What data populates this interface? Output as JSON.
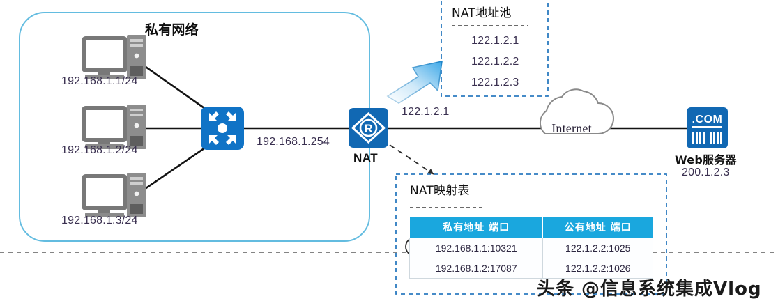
{
  "diagram": {
    "private_network": {
      "title": "私有网络",
      "hosts": [
        {
          "ip": "192.168.1.1/24",
          "icon": "computer-icon"
        },
        {
          "ip": "192.168.1.2/24",
          "icon": "computer-icon"
        },
        {
          "ip": "192.168.1.3/24",
          "icon": "computer-icon"
        }
      ],
      "switch": {
        "icon": "switch-icon"
      },
      "gateway_label": "192.168.1.254"
    },
    "nat_router": {
      "label": "NAT",
      "icon": "router-icon",
      "glyph": "R",
      "public_ip": "122.1.2.1"
    },
    "nat_pool": {
      "title": "NAT地址池",
      "addresses": [
        "122.1.2.1",
        "122.1.2.2",
        "122.1.2.3"
      ]
    },
    "nat_mapping": {
      "title": "NAT映射表",
      "columns": [
        "私有地址 端口",
        "公有地址 端口"
      ],
      "rows": [
        {
          "private": "192.168.1.1:10321",
          "public": "122.1.2.2:1025"
        },
        {
          "private": "192.168.1.2:17087",
          "public": "122.1.2.2:1026"
        }
      ]
    },
    "internet": {
      "label": "Internet",
      "icon": "cloud-icon"
    },
    "web_server": {
      "icon": "server-icon",
      "badge": ".COM",
      "label": "Web服务器",
      "ip": "200.1.2.3"
    },
    "watermark": "头条 @信息系统集成Vlog",
    "colors": {
      "device_blue": "#1168B3",
      "switch_blue": "#1073C6",
      "table_header": "#1AA7DE",
      "private_box_border": "#63BCE0",
      "dashed_blue": "#2C7BC0",
      "link_black": "#111111",
      "pc_gray": "#7A7A7A"
    }
  }
}
